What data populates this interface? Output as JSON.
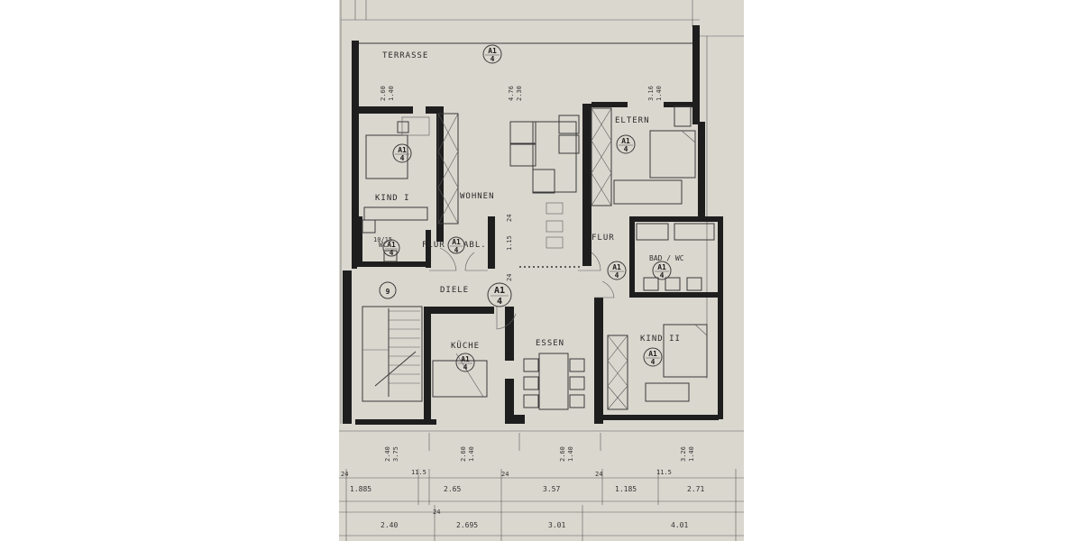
{
  "rooms": {
    "terrasse": "TERRASSE",
    "kind1": "KIND I",
    "wohnen": "WOHNEN",
    "eltern": "ELTERN",
    "flur_left": "FLUR",
    "abl": "ABL.",
    "wc": "WC",
    "flur_right": "FLUR",
    "bad_wc": "BAD / WC",
    "diele": "DIELE",
    "kueche": "KÜCHE",
    "essen": "ESSEN",
    "kind2": "KIND II"
  },
  "tag": {
    "top": "A1",
    "bottom": "4"
  },
  "stair_number": "9",
  "window_dims": {
    "kind1": [
      "2.60",
      "1.40"
    ],
    "wohnen": [
      "4.76",
      "2.30"
    ],
    "eltern": [
      "3.16",
      "1.40"
    ],
    "wc": [
      "10/15"
    ],
    "bottom_left": [
      "2.40",
      "3.75"
    ],
    "kueche": [
      "2.60",
      "1.40"
    ],
    "essen": [
      "2.60",
      "1.40"
    ],
    "kind2": [
      "3.26",
      "1.40"
    ]
  },
  "inner_dims": {
    "a": "24",
    "b": "1.15",
    "c": "24"
  },
  "dim_row1": [
    "1.885",
    "2.65",
    "3.57",
    "1.185",
    "2.71"
  ],
  "dim_row1_marks": [
    "24",
    "11.5",
    "24",
    "24",
    "11.5"
  ],
  "dim_row2": [
    "2.40",
    "2.695",
    "3.01",
    "4.01"
  ],
  "dim_row2_marks": [
    "24"
  ]
}
